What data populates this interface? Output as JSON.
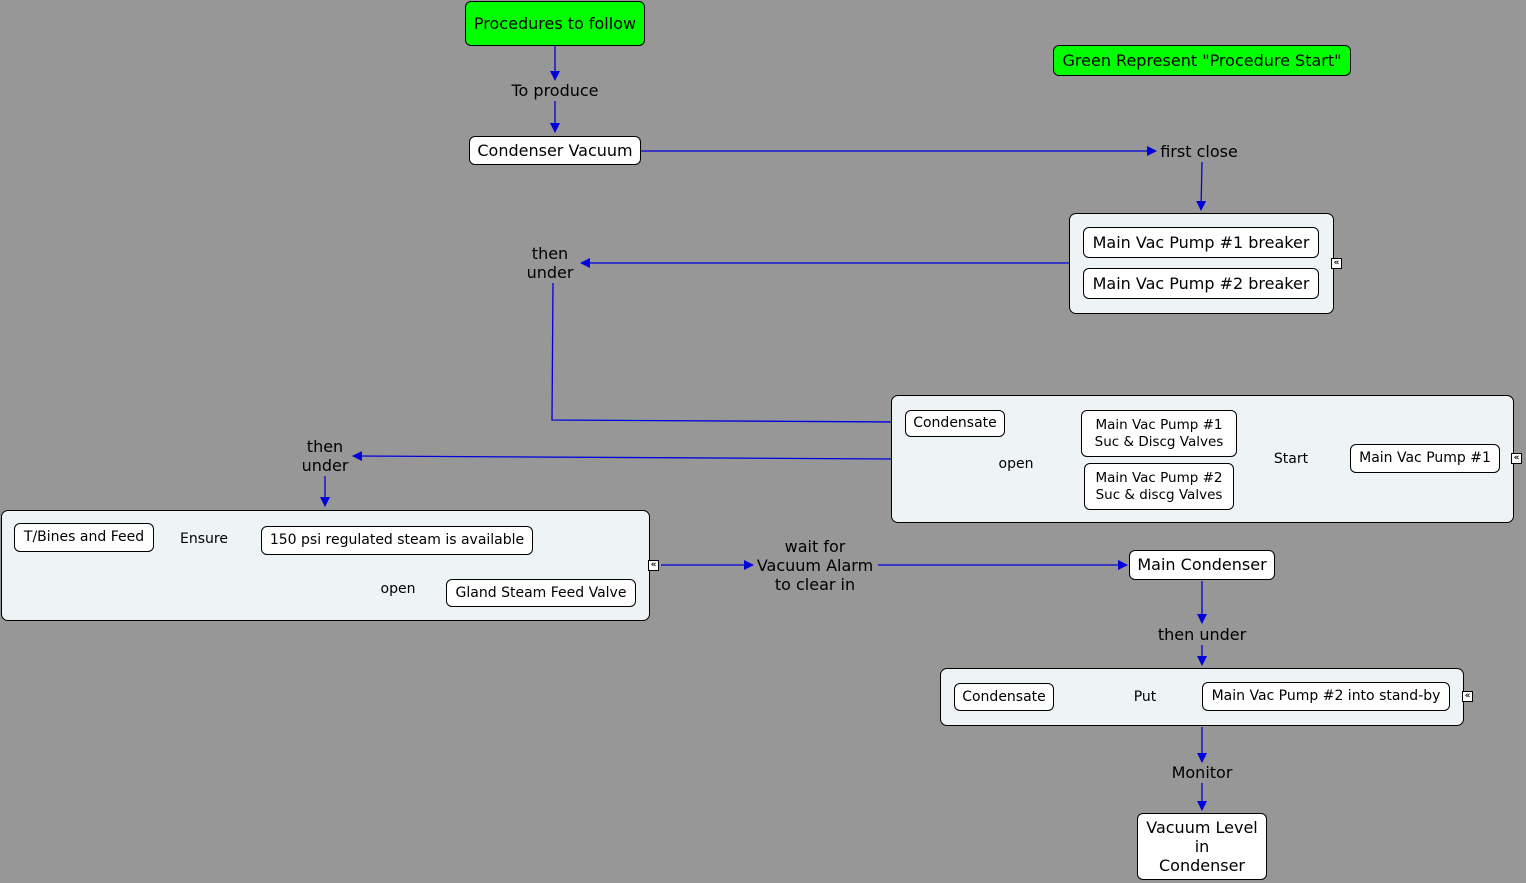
{
  "colors": {
    "background": "#979797",
    "start": "#00ff00",
    "link": "#0000dd",
    "group": "#eef3f5"
  },
  "legend": "Green Represent \"Procedure Start\"",
  "nodes": {
    "procedures": "Procedures to follow",
    "condenser_vacuum": "Condenser Vacuum",
    "main_vac_pump1_breaker": "Main Vac Pump #1 breaker",
    "main_vac_pump2_breaker": "Main Vac Pump #2 breaker",
    "condensate_top": "Condensate",
    "mvp1_valves_l1": "Main Vac Pump #1",
    "mvp1_valves_l2": "Suc & Discg Valves",
    "mvp2_valves_l1": "Main Vac Pump #2",
    "mvp2_valves_l2": "Suc & discg Valves",
    "main_vac_pump1": "Main Vac Pump #1",
    "tbines": "T/Bines and Feed",
    "steam_available": "150 psi regulated steam is available",
    "gland_steam": "Gland Steam Feed Valve",
    "main_condenser": "Main Condenser",
    "condensate_bottom": "Condensate",
    "standby": "Main Vac Pump #2 into stand-by",
    "vacuum_level_l1": "Vacuum Level",
    "vacuum_level_l2": "in",
    "vacuum_level_l3": "Condenser"
  },
  "links": {
    "to_produce": "To produce",
    "first_close": "first close",
    "then_under_1_l1": "then",
    "then_under_1_l2": "under",
    "then_under_2_l1": "then",
    "then_under_2_l2": "under",
    "open_top": "open",
    "start": "Start",
    "ensure": "Ensure",
    "open_bottom": "open",
    "wait_l1": "wait for",
    "wait_l2": "Vacuum Alarm",
    "wait_l3": "to clear in",
    "then_under_3": "then under",
    "put": "Put",
    "monitor": "Monitor"
  },
  "collapse_icon": "«"
}
